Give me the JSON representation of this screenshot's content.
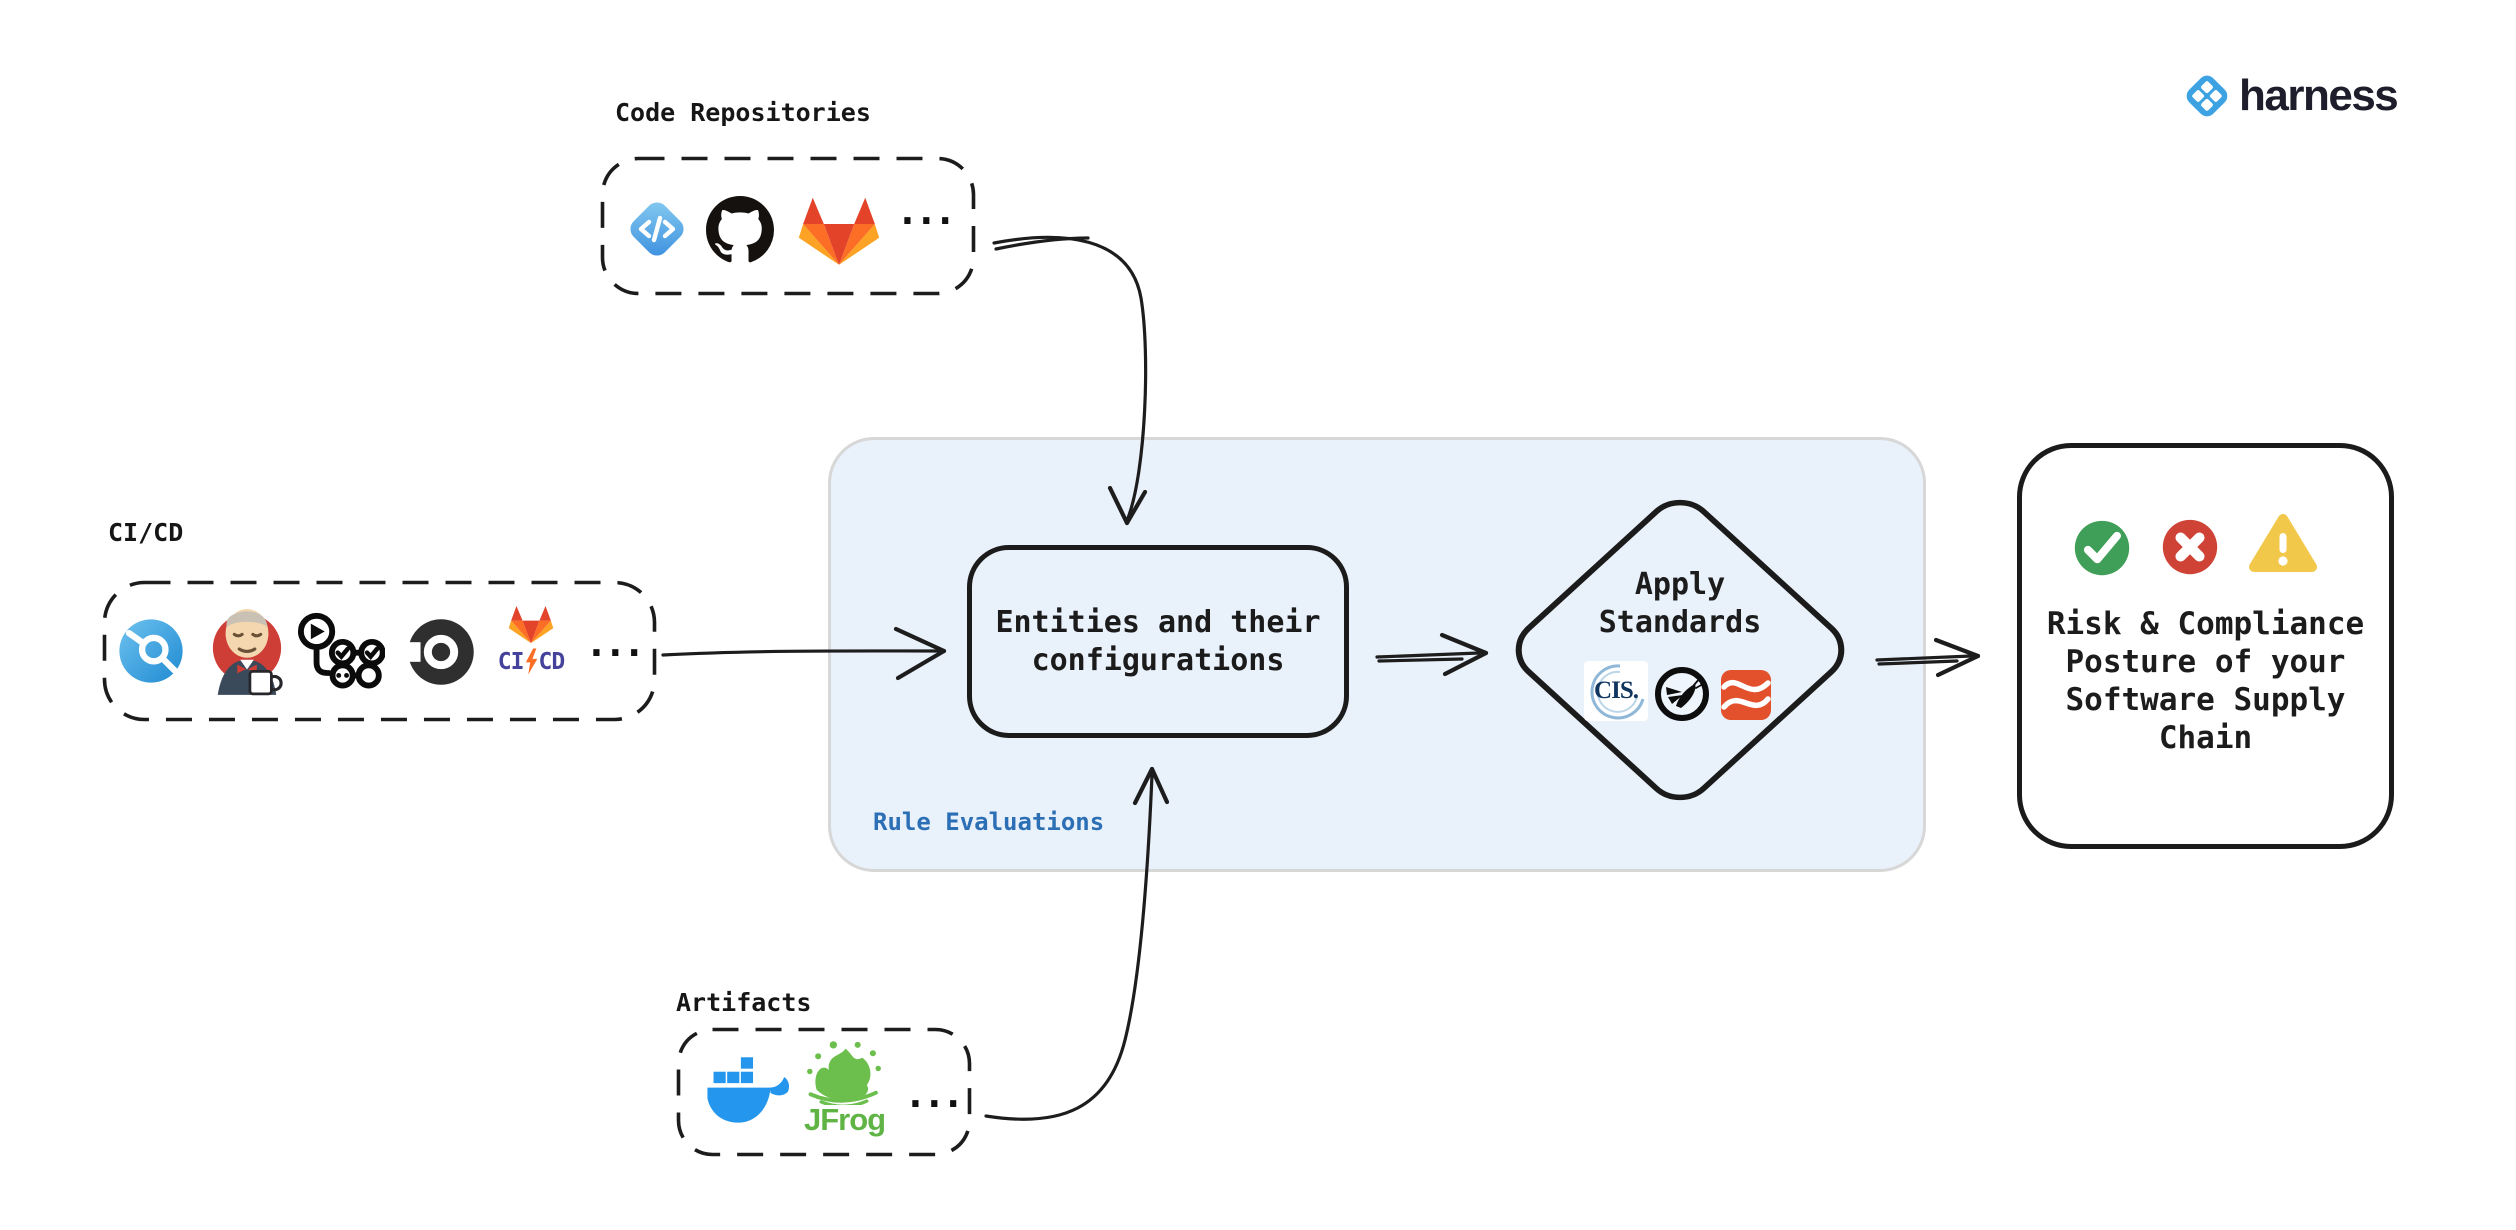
{
  "logo": {
    "text": "harness"
  },
  "sources": {
    "code_repositories": {
      "label": "Code Repositories",
      "icons": [
        "harness-code",
        "github",
        "gitlab"
      ],
      "ellipsis": "..."
    },
    "cicd": {
      "label": "CI/CD",
      "icons": [
        "harness-ci",
        "jenkins",
        "github-actions",
        "circleci",
        "gitlab-cicd"
      ],
      "gitlab_ci": "CI",
      "gitlab_cd": "CD",
      "ellipsis": "..."
    },
    "artifacts": {
      "label": "Artifacts",
      "icons": [
        "docker",
        "jfrog"
      ],
      "jfrog_label": "JFrog",
      "ellipsis": "..."
    }
  },
  "evaluation": {
    "container_label": "Rule Evaluations",
    "entities": {
      "line1": "Entities and their",
      "line2": "configurations"
    },
    "apply_standards": {
      "line1": "Apply",
      "line2": "Standards",
      "cis_label": "CIS.",
      "standards_icons": [
        "cis",
        "owasp",
        "orange-standard"
      ]
    }
  },
  "outcome": {
    "icons": [
      "success-check",
      "error-cross",
      "warning-triangle"
    ],
    "lines": [
      "Risk & Compliance",
      "Posture of your",
      "Software Supply",
      "Chain"
    ]
  },
  "colors": {
    "harness_blue": "#3da2e2",
    "label_blue": "#2d6fb5",
    "container_fill": "#e9f1fb",
    "container_border": "#d7d7d7",
    "success_green": "#3f9e57",
    "error_red": "#cf4337",
    "warning_yellow": "#f2c84b",
    "docker_blue": "#2496ed",
    "jfrog_green": "#6cbf4c",
    "ink": "#1b1b1b"
  }
}
